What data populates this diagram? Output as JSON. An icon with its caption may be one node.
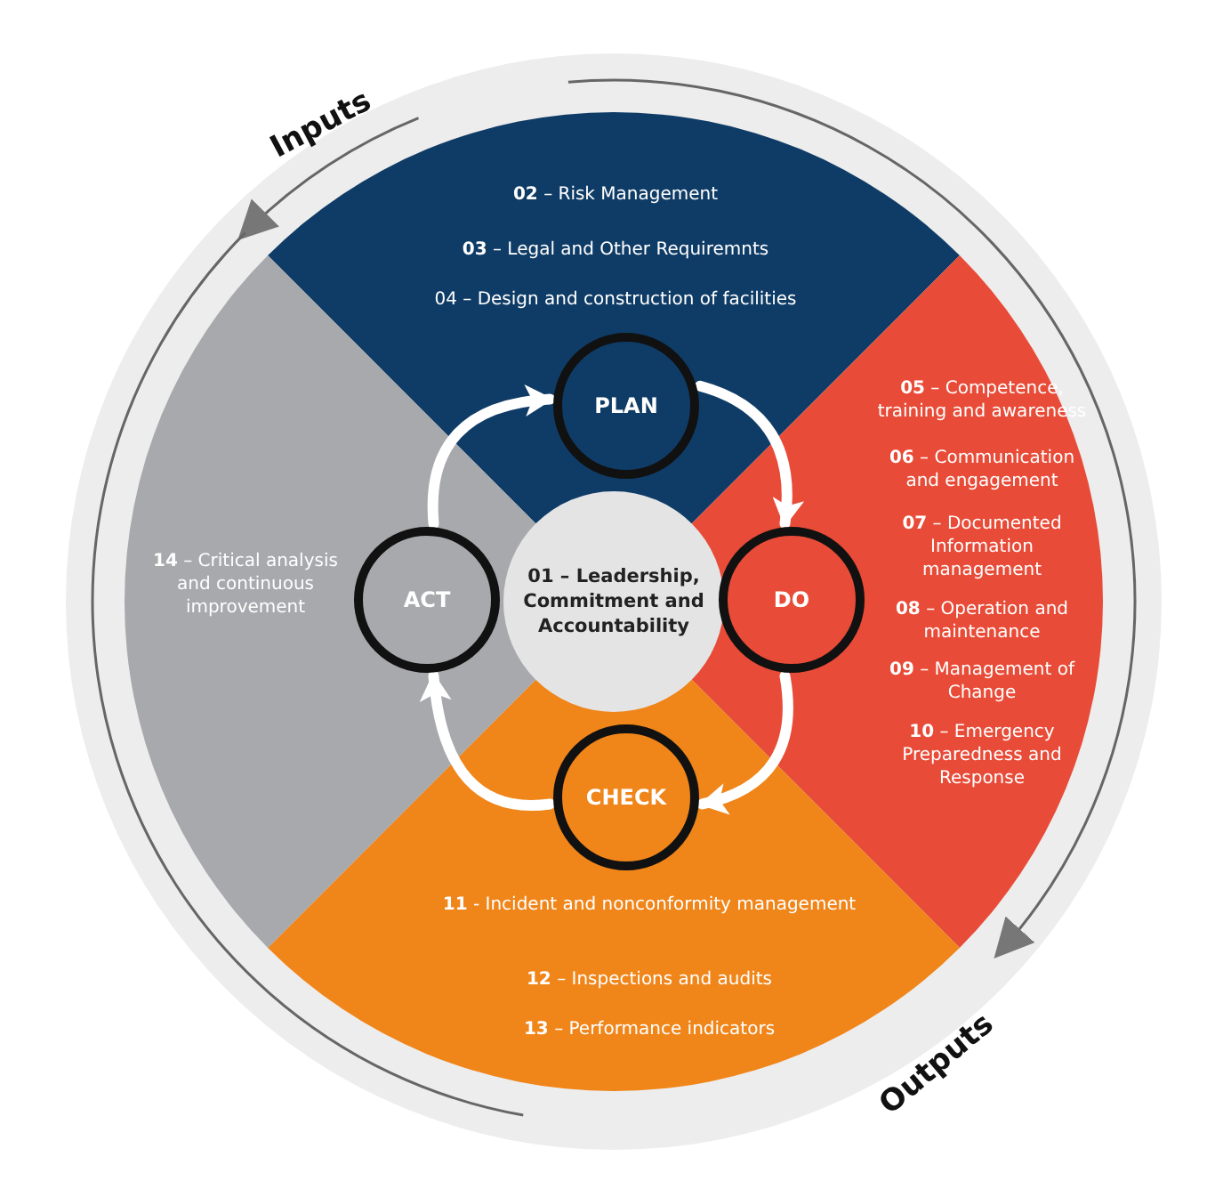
{
  "diagram": {
    "nodes": [
      {
        "text": [
          "**02** – Risk Management",
          "**03** – Legal and Other Requiremnts",
          "04 – Design and construction of facilities"
        ]
      },
      {
        "text": [
          "**05** – Competence, training and awareness",
          "**06** – Communication and engagement",
          "**07** – Documented Information management",
          "**08** – Operation and maintenance",
          "**09** – Management of Change",
          "**10** – Emergency Preparedness and Response"
        ]
      },
      {
        "text": [
          "**11** - Incident and nonconformity management",
          "**12** – Inspections and audits",
          "**13** – Performance indicators"
        ]
      },
      {
        "text": [
          "**14** – Critical analysis and continuous improvement"
        ]
      },
      {
        "text": [
          "01 – Leadership, Commitment and Accountability"
        ]
      },
      {
        "text": [
          "PLAN"
        ]
      },
      {
        "text": [
          "DO"
        ]
      },
      {
        "text": [
          "CHECK"
        ]
      },
      {
        "text": [
          "ACT"
        ]
      }
    ],
    "edges": [
      {
        "from": 5,
        "to": 6,
        "arrow": "to"
      },
      {
        "from": 6,
        "to": 7,
        "arrow": "to"
      },
      {
        "from": 7,
        "to": 8,
        "arrow": "to"
      },
      {
        "from": 8,
        "to": 5,
        "arrow": "to"
      }
    ],
    "labels": [
      "Inputs",
      "Outputs"
    ]
  }
}
